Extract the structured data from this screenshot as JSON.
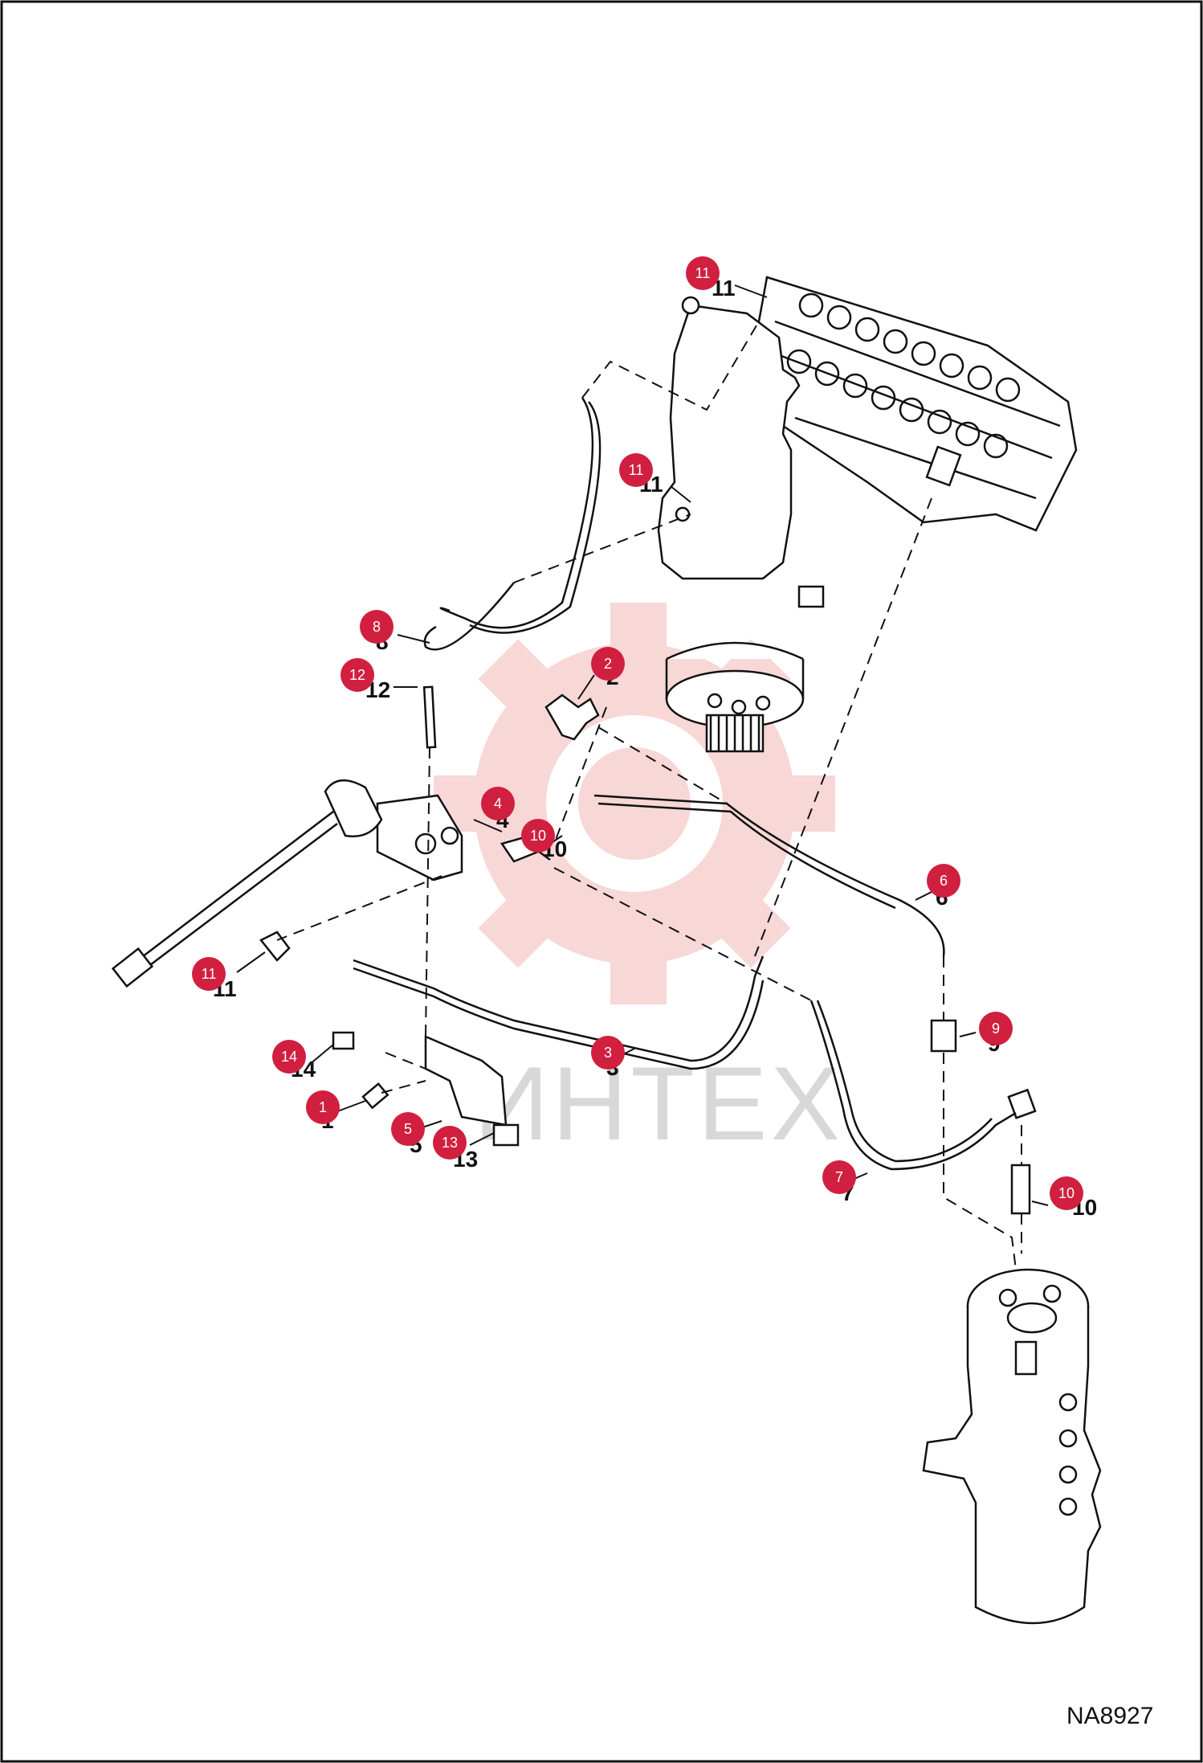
{
  "diagram": {
    "drawing_code": "NA8927",
    "watermark_text": "ИНТЕХ",
    "colors": {
      "callout_fill": "#d11f3f",
      "line": "#111111",
      "watermark": "#f2b4b4"
    },
    "callouts": [
      {
        "id": "11",
        "label": "11"
      },
      {
        "id": "11",
        "label": "11"
      },
      {
        "id": "8",
        "label": "8"
      },
      {
        "id": "12",
        "label": "12"
      },
      {
        "id": "2",
        "label": "2"
      },
      {
        "id": "4",
        "label": "4"
      },
      {
        "id": "10",
        "label": "10"
      },
      {
        "id": "6",
        "label": "6"
      },
      {
        "id": "11",
        "label": "11"
      },
      {
        "id": "9",
        "label": "9"
      },
      {
        "id": "3",
        "label": "3"
      },
      {
        "id": "14",
        "label": "14"
      },
      {
        "id": "1",
        "label": "1"
      },
      {
        "id": "5",
        "label": "5"
      },
      {
        "id": "13",
        "label": "13"
      },
      {
        "id": "7",
        "label": "7"
      },
      {
        "id": "10",
        "label": "10"
      }
    ]
  }
}
